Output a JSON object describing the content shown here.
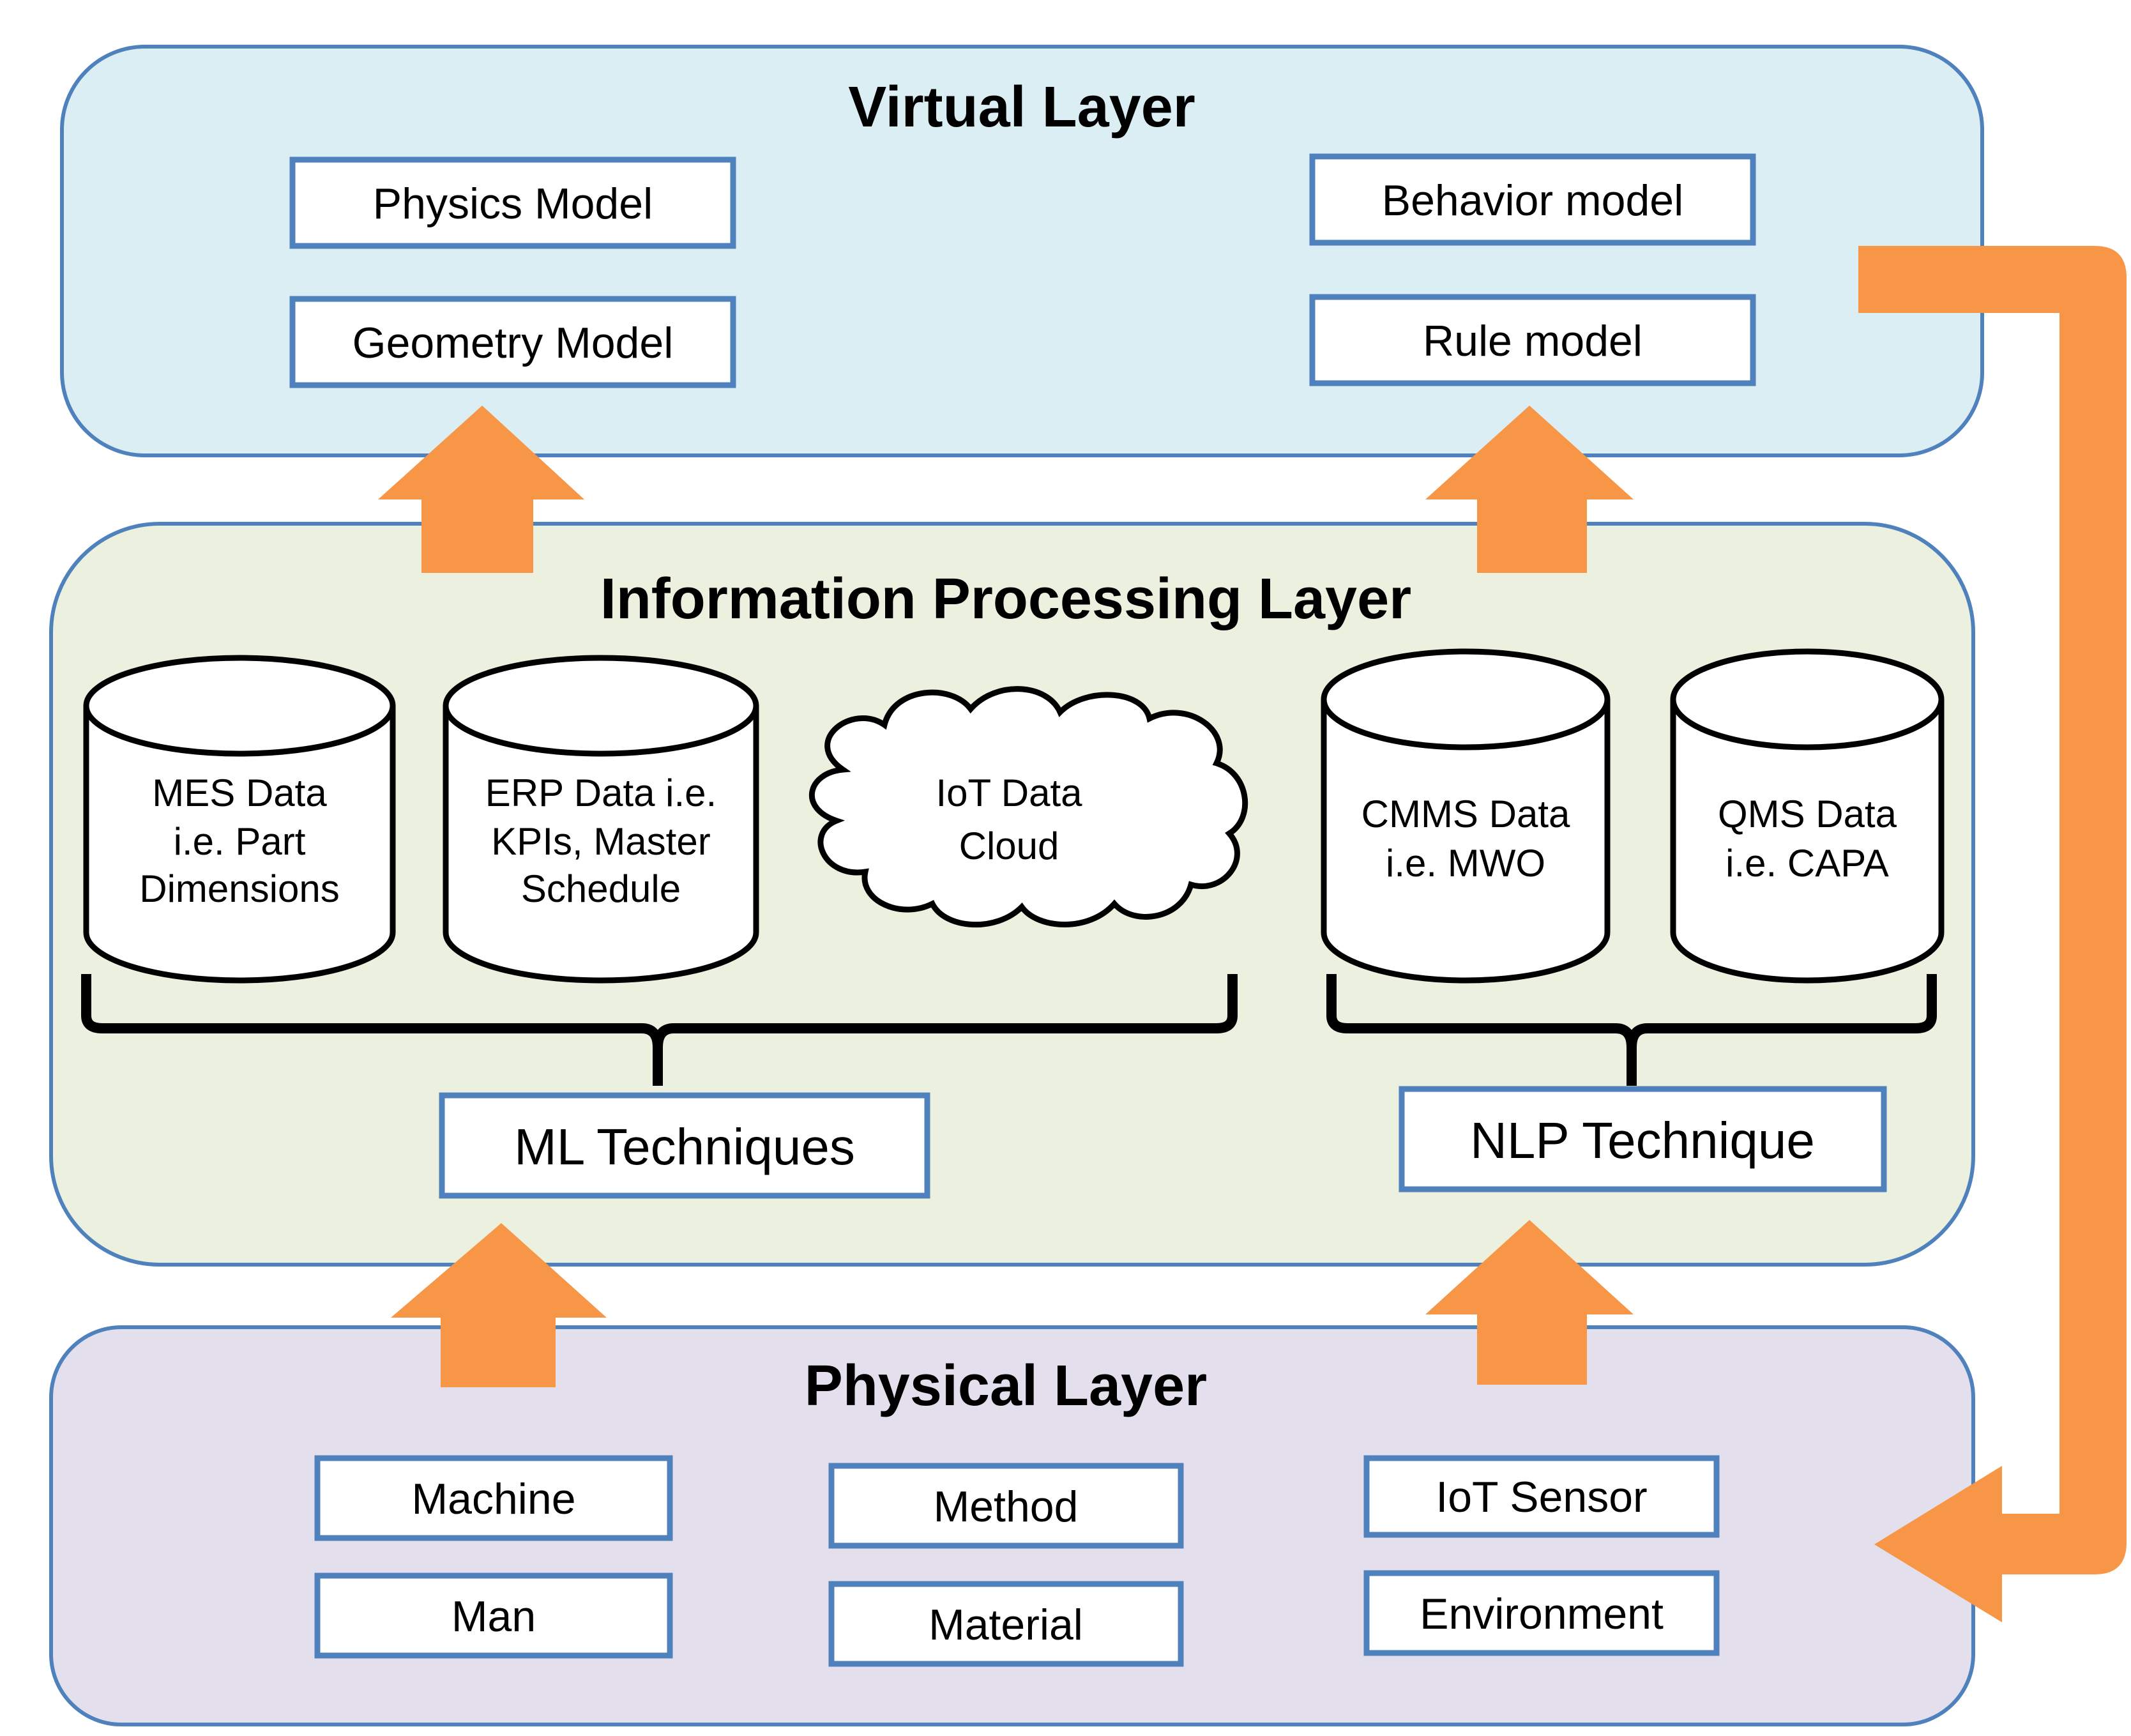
{
  "colors": {
    "virtual_fill": "#dbeef3",
    "processing_fill": "#ebf1de",
    "physical_fill": "#e4dfec",
    "layer_stroke": "#4f81bd",
    "box_stroke": "#4f81bd",
    "arrow_fill": "#f79646"
  },
  "virtual_layer": {
    "title": "Virtual Layer",
    "boxes": [
      "Physics Model",
      "Geometry Model",
      "Behavior model",
      "Rule model"
    ]
  },
  "processing_layer": {
    "title": "Information Processing Layer",
    "databases": [
      {
        "lines": [
          "MES Data",
          "i.e. Part",
          "Dimensions"
        ]
      },
      {
        "lines": [
          "ERP Data i.e.",
          "KPIs, Master",
          "Schedule"
        ]
      },
      {
        "lines": [
          "CMMS Data",
          "i.e. MWO"
        ]
      },
      {
        "lines": [
          "QMS Data",
          "i.e. CAPA"
        ]
      }
    ],
    "cloud": {
      "lines": [
        "IoT Data",
        "Cloud"
      ]
    },
    "techniques": [
      "ML Techniques",
      "NLP Technique"
    ]
  },
  "physical_layer": {
    "title": "Physical Layer",
    "boxes": [
      "Machine",
      "Man",
      "Method",
      "Material",
      "IoT Sensor",
      "Environment"
    ]
  },
  "icons": [
    "database-icon",
    "cloud-icon",
    "up-arrow-icon",
    "feedback-arrow-icon",
    "curly-brace-icon"
  ]
}
